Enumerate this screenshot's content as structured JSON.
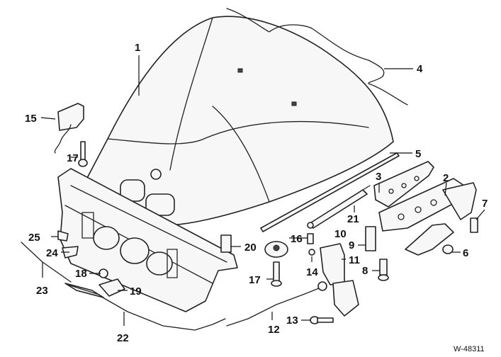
{
  "callouts": {
    "c1": "1",
    "c2": "2",
    "c3": "3",
    "c4": "4",
    "c5": "5",
    "c6": "6",
    "c7": "7",
    "c8": "8",
    "c9": "9",
    "c10": "10",
    "c11": "11",
    "c12": "12",
    "c13": "13",
    "c14": "14",
    "c15": "15",
    "c16": "16",
    "c17a": "17",
    "c17b": "17",
    "c18": "18",
    "c19": "19",
    "c20": "20",
    "c21": "21",
    "c22": "22",
    "c23": "23",
    "c24": "24",
    "c25": "25"
  },
  "figure_ref": "W-48311"
}
